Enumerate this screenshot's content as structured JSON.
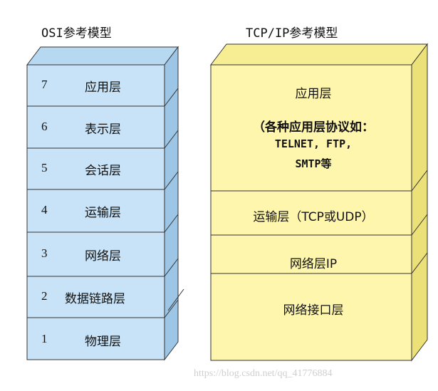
{
  "osi": {
    "title": "OSI参考模型",
    "layers": [
      {
        "num": "7",
        "name": "应用层"
      },
      {
        "num": "6",
        "name": "表示层"
      },
      {
        "num": "5",
        "name": "会话层"
      },
      {
        "num": "4",
        "name": "运输层"
      },
      {
        "num": "3",
        "name": "网络层"
      },
      {
        "num": "2",
        "name": "数据链路层"
      },
      {
        "num": "1",
        "name": "物理层"
      }
    ]
  },
  "tcpip": {
    "title": "TCP/IP参考模型",
    "application": {
      "name": "应用层",
      "detail_line1": "（各种应用层协议如：",
      "detail_line2": "TELNET, FTP,",
      "detail_line3": "SMTP等"
    },
    "transport": "运输层（TCP或UDP）",
    "network": "网络层IP",
    "interface": "网络接口层"
  },
  "watermark": "https://blog.csdn.net/qq_41776884",
  "colors": {
    "osi_face": "#c8e3f7",
    "osi_side": "#9dc6e6",
    "osi_top": "#b7d8f1",
    "tcp_face": "#fff6ad",
    "tcp_side": "#ece078",
    "tcp_top": "#f7ee94",
    "outline": "#333333"
  }
}
